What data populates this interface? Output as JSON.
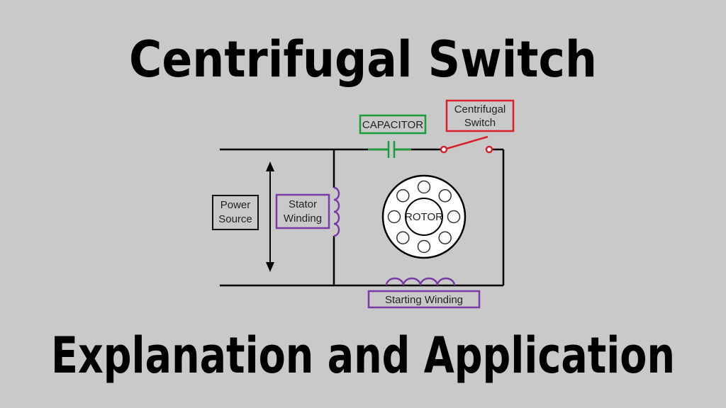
{
  "title": "Centrifugal Switch",
  "subtitle": "Explanation and Application",
  "diagram": {
    "capacitor_label": "CAPACITOR",
    "switch_label_line1": "Centrifugal",
    "switch_label_line2": "Switch",
    "power_label_line1": "Power",
    "power_label_line2": "Source",
    "stator_label_line1": "Stator",
    "stator_label_line2": "Winding",
    "rotor_label": "ROTOR",
    "starting_label": "Starting Winding"
  },
  "colors": {
    "background": "#c9c9c9",
    "wire": "#000000",
    "capacitor": "#1a9e3c",
    "switch": "#d9202a",
    "winding": "#7a3aa8"
  }
}
